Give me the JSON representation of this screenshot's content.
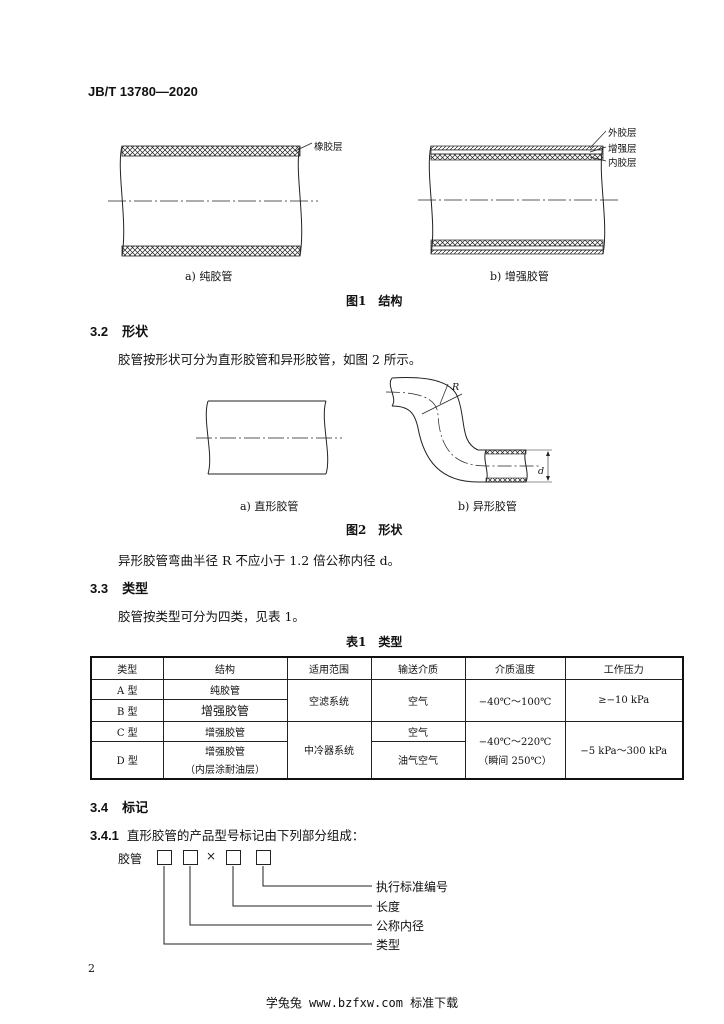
{
  "header": {
    "doc_id": "JB/T 13780—2020"
  },
  "figure1": {
    "sub_a_label": "橡胶层",
    "sub_a_caption": "a) 纯胶管",
    "sub_b_labels": [
      "外胶层",
      "增强层",
      "内胶层"
    ],
    "sub_b_caption": "b) 增强胶管",
    "title": "图1　结构"
  },
  "section_3_2": {
    "number": "3.2",
    "heading": "形状",
    "text": "胶管按形状可分为直形胶管和异形胶管，如图 2 所示。"
  },
  "figure2": {
    "sub_a_caption": "a) 直形胶管",
    "sub_b_caption": "b) 异形胶管",
    "label_r": "R",
    "label_d": "d",
    "title": "图2　形状"
  },
  "note_bend": "异形胶管弯曲半径 R 不应小于 1.2 倍公称内径 d。",
  "section_3_3": {
    "number": "3.3",
    "heading": "类型",
    "text": "胶管按类型可分为四类，见表 1。"
  },
  "table1": {
    "title": "表1　类型",
    "headers": [
      "类型",
      "结构",
      "适用范围",
      "输送介质",
      "介质温度",
      "工作压力"
    ],
    "type_a": "A 型",
    "type_b": "B 型",
    "type_c": "C 型",
    "type_d": "D 型",
    "struct_a": "纯胶管",
    "struct_b": "增强胶管",
    "struct_c": "增强胶管",
    "struct_d1": "增强胶管",
    "struct_d2": "（内层涂耐油层）",
    "scope_ab": "空滤系统",
    "scope_cd": "中冷器系统",
    "medium_ab": "空气",
    "medium_c": "空气",
    "medium_d": "油气空气",
    "temp_ab": "−40℃～100℃",
    "temp_cd1": "−40℃～220℃",
    "temp_cd2": "（瞬间 250℃）",
    "press_ab": "≥−10 kPa",
    "press_cd": "−5 kPa～300 kPa"
  },
  "section_3_4": {
    "number": "3.4",
    "heading": "标记"
  },
  "section_3_4_1": {
    "number": "3.4.1",
    "text": "直形胶管的产品型号标记由下列部分组成："
  },
  "marking": {
    "prefix": "胶管",
    "times": "×",
    "items": [
      "执行标准编号",
      "长度",
      "公称内径",
      "类型"
    ]
  },
  "page_number": "2",
  "footer": "学兔兔 www.bzfxw.com 标准下载"
}
